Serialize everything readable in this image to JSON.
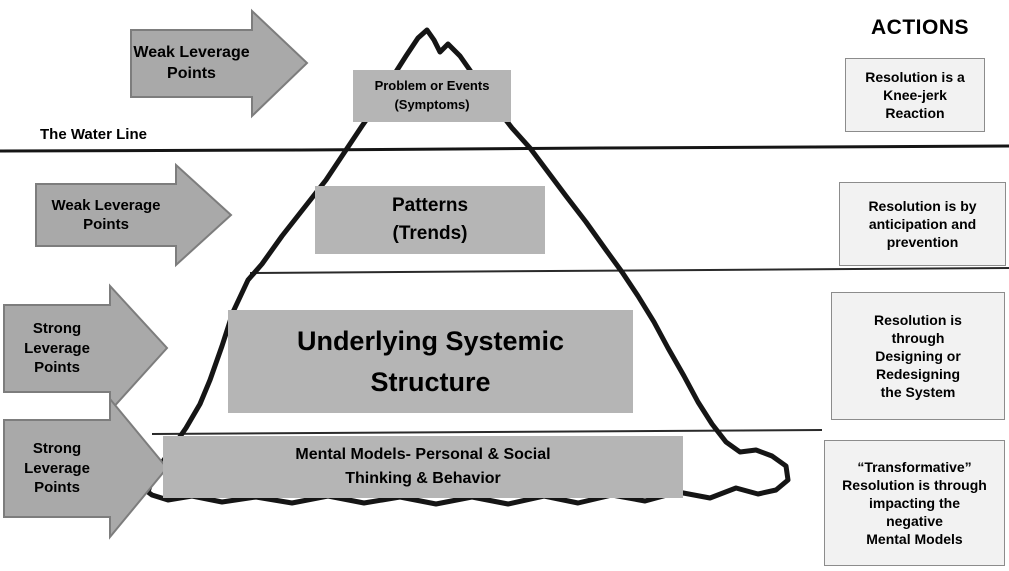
{
  "diagram": {
    "water_line_label": "The Water Line",
    "actions_heading": "ACTIONS",
    "levels": [
      {
        "label": "Problem or Events\n(Symptoms)"
      },
      {
        "label": "Patterns\n(Trends)"
      },
      {
        "label": "Underlying Systemic\nStructure"
      },
      {
        "label": "Mental Models- Personal & Social\nThinking & Behavior"
      }
    ],
    "leverage_arrows": [
      {
        "label": "Weak Leverage\nPoints"
      },
      {
        "label": "Weak Leverage\nPoints"
      },
      {
        "label": "Strong\nLeverage\nPoints"
      },
      {
        "label": "Strong\nLeverage\nPoints"
      }
    ],
    "actions": [
      {
        "label": "Resolution is a\nKnee-jerk\nReaction"
      },
      {
        "label": "Resolution is by\nanticipation and\nprevention"
      },
      {
        "label": "Resolution is\nthrough\nDesigning or\nRedesigning\nthe System"
      },
      {
        "label": "“Transformative”\nResolution is through\nimpacting the\nnegative\nMental Models"
      }
    ],
    "colors": {
      "arrow_fill": "#a9a9a9",
      "arrow_border": "#7d7d7d",
      "level_box_fill": "#b5b5b5",
      "action_box_fill": "#f2f2f2",
      "action_box_border": "#8c8c8c",
      "outline": "#151515"
    }
  }
}
